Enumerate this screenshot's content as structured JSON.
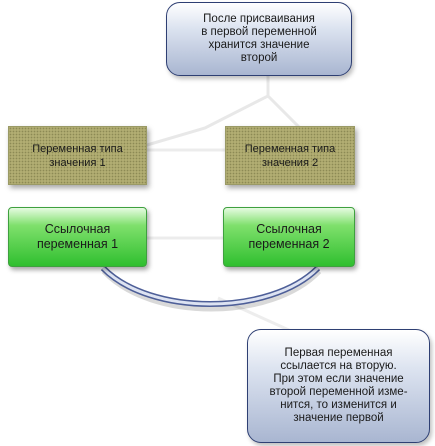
{
  "colors": {
    "note_border": "#2e3f73",
    "note_fill": "#a9b6d1",
    "value_fill": "#b1ad72",
    "ref_fill": "#2fbf2f",
    "arc": "#5b6fa6",
    "connector": "#e8e8e8"
  },
  "notes": {
    "top": [
      "После присваивания",
      "в первой переменной",
      "хранится значение",
      "второй"
    ],
    "bottom": [
      "Первая переменная",
      "ссылается на вторую.",
      "При этом если значение",
      "второй переменной изме-",
      "нится, то изменится и",
      "значение первой"
    ]
  },
  "value_boxes": {
    "first": [
      "Переменная типа",
      "значения 1"
    ],
    "second": [
      "Переменная типа",
      "значения 2"
    ]
  },
  "ref_boxes": {
    "first": [
      "Ссылочная",
      "переменная 1"
    ],
    "second": [
      "Ссылочная",
      "переменная 2"
    ]
  }
}
